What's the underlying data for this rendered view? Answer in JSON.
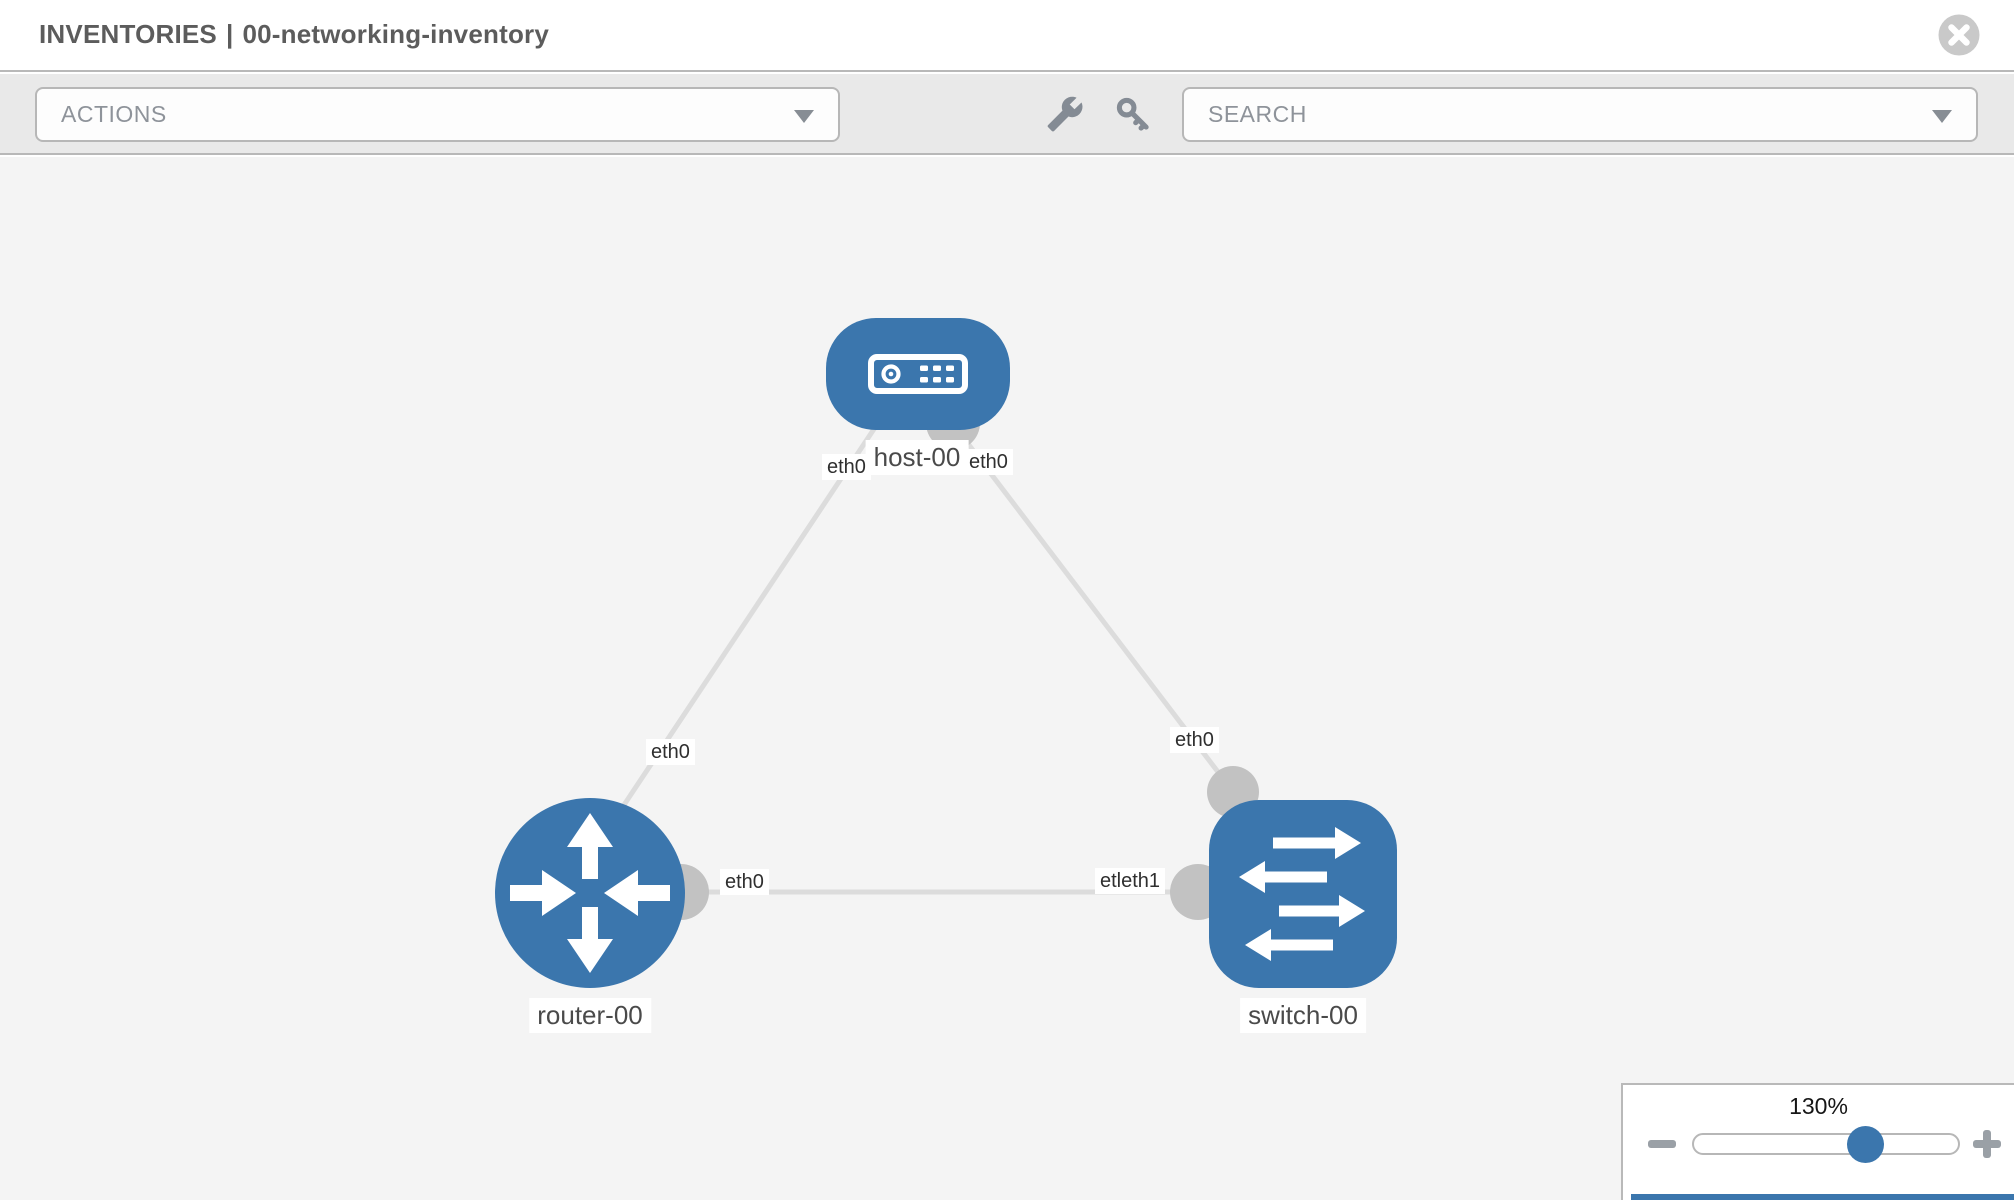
{
  "header": {
    "title_section": "INVENTORIES",
    "title_separator": "|",
    "title_item": "00-networking-inventory"
  },
  "toolbar": {
    "actions_label": "ACTIONS",
    "search_placeholder": "SEARCH"
  },
  "graph": {
    "nodes": [
      {
        "label": "host-00",
        "type": "host"
      },
      {
        "label": "router-00",
        "type": "router"
      },
      {
        "label": "switch-00",
        "type": "switch"
      }
    ],
    "links": [
      {
        "from": "host-00",
        "to": "router-00"
      },
      {
        "from": "host-00",
        "to": "switch-00"
      },
      {
        "from": "router-00",
        "to": "switch-00"
      }
    ],
    "ports": [
      {
        "label": "eth0"
      },
      {
        "label": "eth0"
      },
      {
        "label": "eth0"
      },
      {
        "label": "eth0"
      },
      {
        "label": "eth0"
      },
      {
        "label": "etleth1"
      }
    ]
  },
  "zoom": {
    "value": "130%"
  },
  "colors": {
    "node_blue": "#3b76ad",
    "link_gray": "#dcdcdc",
    "connector_gray": "#c2c2c2",
    "canvas_bg": "#f4f4f4",
    "toolbar_bg": "#e9e9e9",
    "border_gray": "#b8b8b8"
  }
}
